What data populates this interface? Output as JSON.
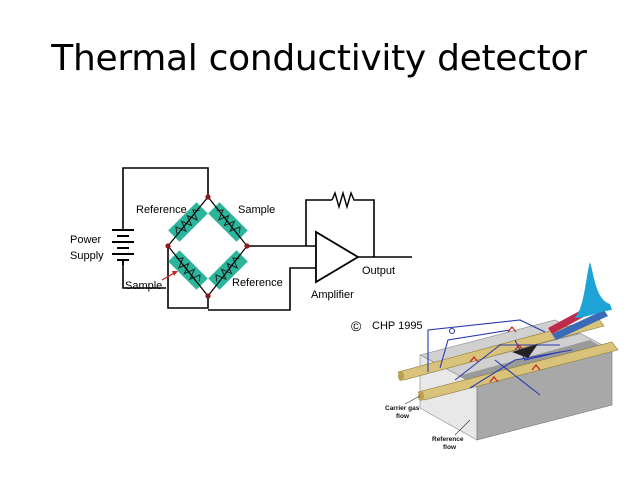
{
  "slide": {
    "title": "Thermal conductivity detector"
  },
  "circuit": {
    "labels": {
      "reference_top": "Reference",
      "sample_top": "Sample",
      "power": "Power",
      "supply": "Supply",
      "sample_bottom": "Sample",
      "reference_bottom": "Reference",
      "output": "Output",
      "amplifier": "Amplifier",
      "copyright_symbol": "©",
      "copyright_text": "CHP 1995"
    },
    "colors": {
      "resistor_fill": "#2bb59a",
      "wire": "#000000",
      "node": "#8b1a1a",
      "arrow": "#cc2222"
    }
  },
  "detector_illustration": {
    "labels": {
      "carrier_gas_line1": "Carrier gas",
      "carrier_gas_line2": "flow",
      "reference_line1": "Reference",
      "reference_line2": "flow"
    },
    "colors": {
      "tube": "#d9c27a",
      "wire": "#2a3ab0",
      "filament": "#cc2222",
      "block_top": "#cfcfcf",
      "block_front": "#a9a9a9",
      "peak": "#1ea3d6"
    }
  }
}
